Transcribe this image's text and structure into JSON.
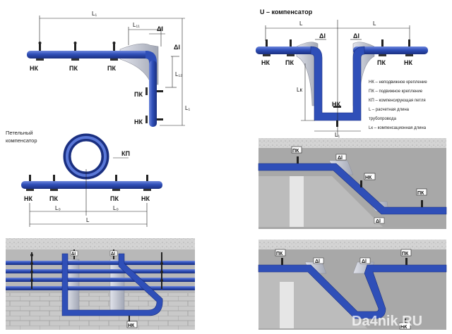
{
  "labels": {
    "nk": "НК",
    "pk": "ПК",
    "kp": "КП",
    "L": "L",
    "L1": "L₁",
    "Lc": "L₀",
    "Lk": "Lк",
    "Lx1": "L₁₁",
    "Lx2": "L₁₂",
    "dl": "Δl"
  },
  "u_title": "U – компенсатор",
  "loop_caption": [
    "Петельный",
    "компенсатор"
  ],
  "legend": [
    "НК – неподвижное крепление",
    "ПК – подвижное крепление",
    "КП – компенсирующая петля",
    "L    – расчетная длина",
    "        трубопровода",
    "Lк  – компенсационная длина"
  ],
  "watermark": "Da4nik.RU",
  "colors": {
    "pipe": "#2f4fb8",
    "pipe_dark": "#1d3590",
    "pipe_light": "#5a78d8",
    "sleeve": "#b8bcc8",
    "concrete": "#c8c8c8",
    "wall": "#9a9a9a"
  }
}
